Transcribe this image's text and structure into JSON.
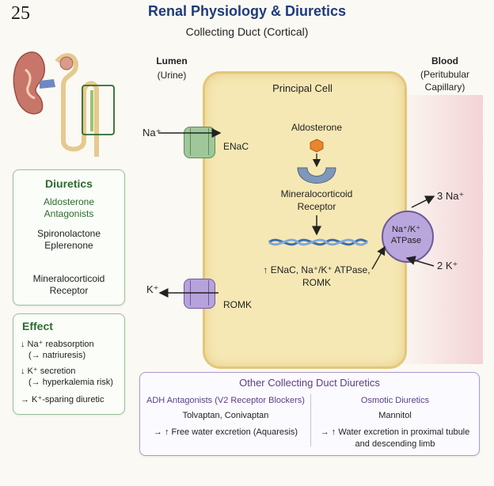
{
  "page_number": "25",
  "title": "Renal Physiology & Diuretics",
  "subtitle": "Collecting Duct (Cortical)",
  "lumen": {
    "label": "Lumen",
    "sub": "(Urine)"
  },
  "blood": {
    "label": "Blood",
    "sub1": "(Peritubular",
    "sub2": "Capillary)"
  },
  "cell": {
    "title": "Principal Cell",
    "hormone": "Aldosterone",
    "receptor_line1": "Mineralocorticoid",
    "receptor_line2": "Receptor",
    "effect_line1": "↑ ENaC, Na⁺/K⁺ ATPase,",
    "effect_line2": "ROMK"
  },
  "channels": {
    "na_ion": "Na⁺",
    "enac": "ENaC",
    "k_ion": "K⁺",
    "romk": "ROMK"
  },
  "pump": {
    "line1": "Na⁺/K⁺",
    "line2": "ATPase",
    "out": "3 Na⁺",
    "in": "2 K⁺"
  },
  "diuretics_box": {
    "title": "Diuretics",
    "class_line1": "Aldosterone",
    "class_line2": "Antagonists",
    "drug1": "Spironolactone",
    "drug2": "Eplerenone",
    "target_line1": "Mineralocorticoid",
    "target_line2": "Receptor"
  },
  "effect_box": {
    "title": "Effect",
    "line1": "↓ Na⁺ reabsorption",
    "line2": "(→ natriuresis)",
    "line3": "↓ K⁺ secretion",
    "line4": "(→ hyperkalemia risk)",
    "line5": "→ K⁺-sparing diuretic"
  },
  "other_box": {
    "title": "Other Collecting Duct Diuretics",
    "adh_title": "ADH Antagonists (V2 Receptor Blockers)",
    "adh_drugs": "Tolvaptan, Conivaptan",
    "adh_effect": "→ ↑ Free water excretion (Aquaresis)",
    "osm_title": "Osmotic Diuretics",
    "osm_drug": "Mannitol",
    "osm_effect_line1": "→ ↑ Water excretion in proximal tubule",
    "osm_effect_line2": "and descending limb"
  },
  "colors": {
    "title_blue": "#1f3b7a",
    "green": "#2f6a2f",
    "purple": "#5a3f86",
    "cell_fill": "#f6e8b4",
    "pump_fill": "#b9a6dc"
  }
}
